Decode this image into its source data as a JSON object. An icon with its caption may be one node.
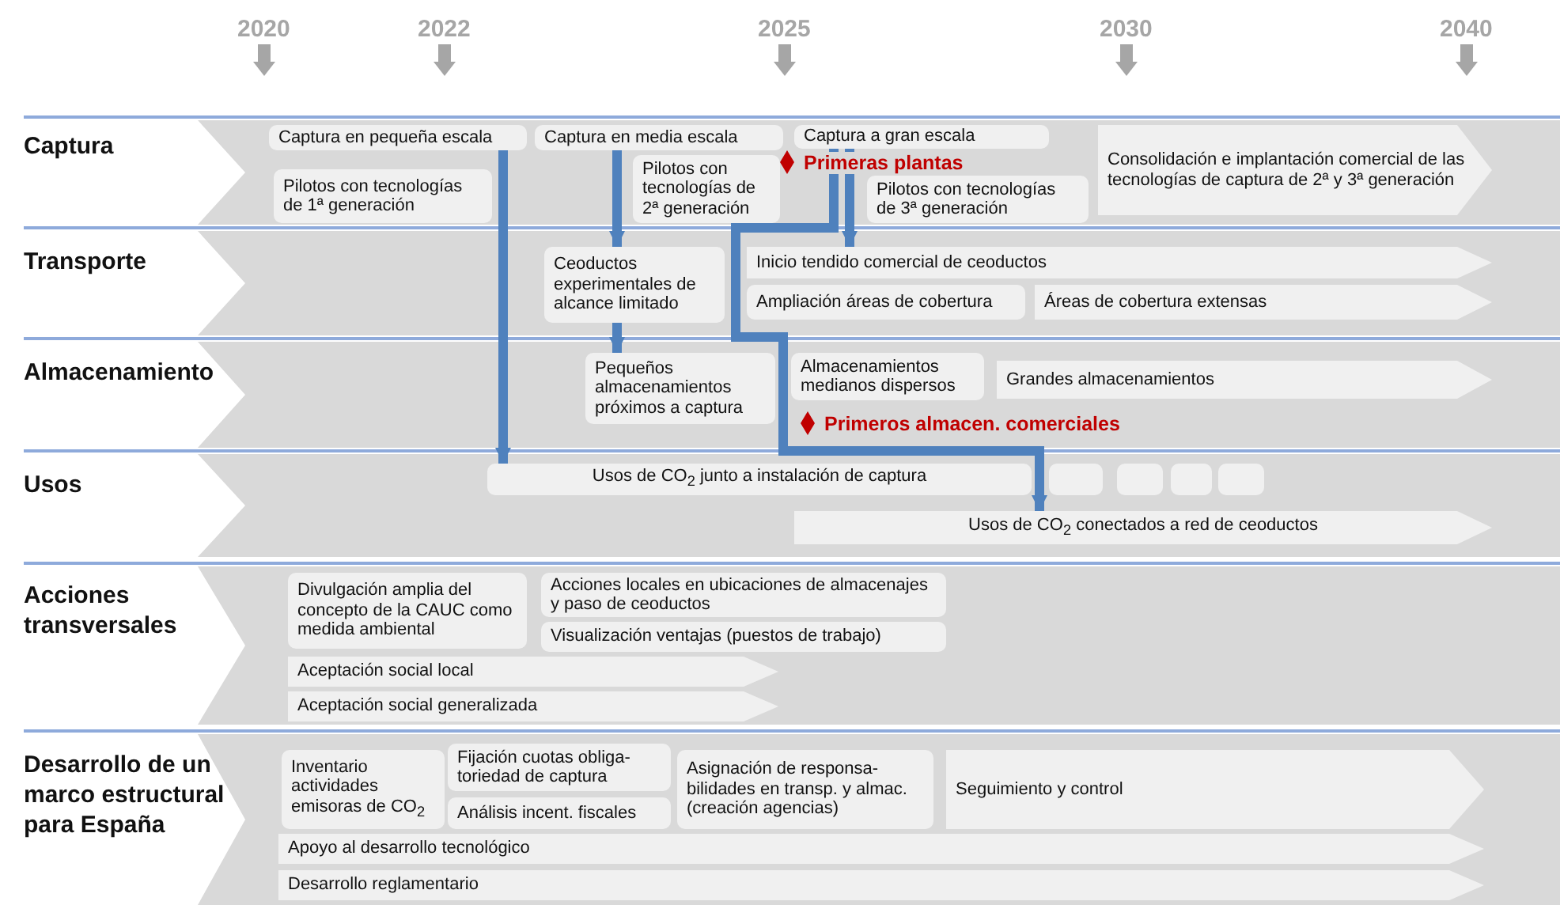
{
  "diagram": {
    "nodes": [
      {
        "text": [
          "Captura"
        ]
      },
      {
        "text": [
          "Captura en pequeña escala"
        ],
        "in": 0
      },
      {
        "text": [
          "Captura en media escala"
        ],
        "in": 0
      },
      {
        "text": [
          "Captura a gran escala"
        ],
        "in": 0
      },
      {
        "text": [
          "Pilotos con tecnologías de 1ª generación"
        ],
        "in": 0
      },
      {
        "text": [
          "Pilotos con tecnologías de 2ª generación"
        ],
        "in": 0
      },
      {
        "text": [
          "Pilotos con tecnologías de 3ª generación"
        ],
        "in": 0
      },
      {
        "text": [
          "Consolidación e implantación comercial de las tecnologías de captura de 2ª y 3ª generación"
        ],
        "in": 0
      },
      {
        "text": [
          "Transporte"
        ]
      },
      {
        "text": [
          "Ceoductos experimentales de alcance limitado"
        ],
        "in": 8
      },
      {
        "text": [
          "Inicio tendido comercial de ceoductos"
        ],
        "in": 8
      },
      {
        "text": [
          "Ampliación áreas de cobertura"
        ],
        "in": 8
      },
      {
        "text": [
          "Áreas de cobertura extensas"
        ],
        "in": 8
      },
      {
        "text": [
          "Almacenamiento"
        ]
      },
      {
        "text": [
          "Pequeños almacenamientos próximos a captura"
        ],
        "in": 13
      },
      {
        "text": [
          "Almacenamientos medianos dispersos"
        ],
        "in": 13
      },
      {
        "text": [
          "Grandes almacenamientos"
        ],
        "in": 13
      },
      {
        "text": [
          "Usos"
        ]
      },
      {
        "text": [
          "Usos de CO$_{2}$ junto a instalación de captura"
        ],
        "in": 17
      },
      {
        "text": [],
        "shape": "box",
        "in": 17
      },
      {
        "text": [],
        "shape": "box",
        "in": 17
      },
      {
        "text": [],
        "shape": "box",
        "in": 17
      },
      {
        "text": [],
        "shape": "box",
        "in": 17
      },
      {
        "text": [
          "Usos de CO$_{2}$ conectados a red de ceoductos"
        ],
        "in": 17
      },
      {
        "text": [
          "Acciones transversales"
        ]
      },
      {
        "text": [
          "Divulgación  amplia del concepto de la CAUC como medida ambiental"
        ],
        "in": 24
      },
      {
        "text": [
          "Acciones locales en ubicaciones de almacenajes y paso de ceoductos"
        ],
        "in": 24
      },
      {
        "text": [
          "Visualización ventajas (puestos de trabajo)"
        ],
        "in": 24
      },
      {
        "text": [
          "Aceptación social local"
        ],
        "in": 24
      },
      {
        "text": [
          "Aceptación social generalizada"
        ],
        "in": 24
      },
      {
        "text": [
          "Desarrollo de un marco estructural para España"
        ]
      },
      {
        "text": [
          "Inventario actividades emisoras de CO$_{2}$"
        ],
        "in": 30
      },
      {
        "text": [
          "Fijación cuotas  obliga- toriedad de captura"
        ],
        "in": 30
      },
      {
        "text": [
          "Análisis incent. fiscales"
        ],
        "in": 30
      },
      {
        "text": [
          "Asignación de responsa- bilidades en transp. y almac. (creación agencias)"
        ],
        "in": 30
      },
      {
        "text": [
          "Seguimiento y control"
        ],
        "in": 30
      },
      {
        "text": [
          "Apoyo al desarrollo tecnológico"
        ],
        "in": 30
      },
      {
        "text": [
          "Desarrollo reglamentario"
        ],
        "in": 30
      }
    ],
    "edges": [
      {
        "from": 1,
        "to": 18,
        "arrow": "to"
      },
      {
        "from": 2,
        "to": 9,
        "arrow": "to"
      },
      {
        "from": 9,
        "to": 14,
        "arrow": "to"
      },
      {
        "from": 3,
        "to": 10,
        "arrow": "to"
      },
      {
        "from": 3,
        "to": 23,
        "arrow": "to"
      }
    ],
    "labels": [
      "2020",
      "2022",
      "2025",
      "2030",
      "2040",
      "Primeras plantas",
      "Primeros almacen. comerciales"
    ]
  }
}
